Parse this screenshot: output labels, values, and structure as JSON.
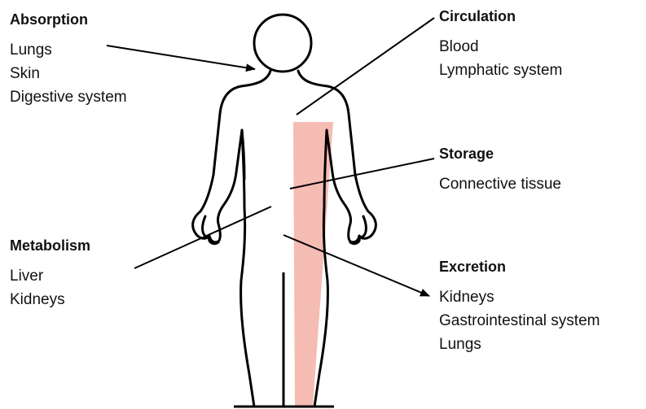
{
  "colors": {
    "outline": "#000000",
    "concentration_band": "#f5bcb3",
    "text": "#111111"
  },
  "sections": {
    "absorption": {
      "title": "Absorption",
      "items": [
        "Lungs",
        "Skin",
        "Digestive system"
      ]
    },
    "circulation": {
      "title": "Circulation",
      "items": [
        "Blood",
        "Lymphatic system"
      ]
    },
    "storage": {
      "title": "Storage",
      "items": [
        "Connective tissue"
      ]
    },
    "metabolism": {
      "title": "Metabolism",
      "items": [
        "Liver",
        "Kidneys"
      ]
    },
    "excretion": {
      "title": "Excretion",
      "items": [
        "Kidneys",
        "Gastrointestinal system",
        "Lungs"
      ]
    }
  }
}
